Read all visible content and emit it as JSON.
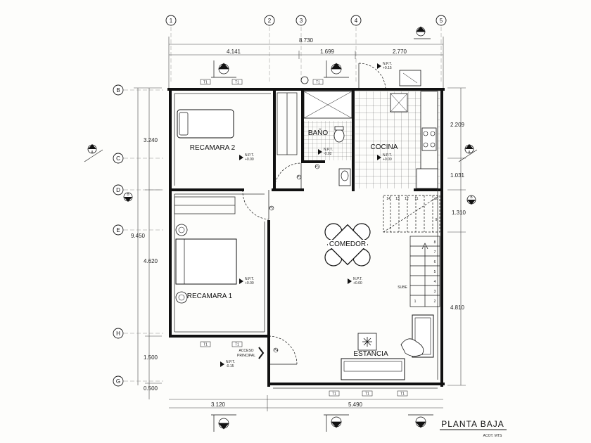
{
  "title": "PLANTA BAJA",
  "subtitle": "ACOT. MTS",
  "axes": {
    "columns": [
      "1",
      "2",
      "3",
      "4",
      "5"
    ],
    "rows": [
      "B",
      "C",
      "D",
      "E",
      "H",
      "G"
    ],
    "section_labels": [
      "A",
      "B"
    ]
  },
  "dimensions": {
    "top_total": "8.730",
    "top_segments": [
      "4.141",
      "1.699",
      "2.770"
    ],
    "bottom_segments": [
      "3.120",
      "5.490"
    ],
    "left_total": "9.450",
    "left_segments": [
      "3.240",
      "4.620",
      "1.500",
      "0.500"
    ],
    "right_segments": [
      "2.209",
      "1.031",
      "1.310",
      "4.810"
    ]
  },
  "rooms": {
    "recamara2": "RECAMARA 2",
    "recamara1": "RECAMARA 1",
    "bano": "BAÑO",
    "cocina": "COCINA",
    "comedor": "COMEDOR",
    "estancia": "ESTANCIA",
    "acceso_line1": "ACCESO",
    "acceso_line2": "PRINCIPAL"
  },
  "levels": {
    "npt_label": "N.P.T.",
    "main": "+0.00",
    "bath": "-0.02",
    "entry": "-0.15",
    "top": "+0.15"
  },
  "window_tag": "T1",
  "stair_numbers": [
    "14",
    "13",
    "12",
    "11",
    "10",
    "9",
    "8",
    "7",
    "6",
    "5",
    "4",
    "3",
    "2",
    "1"
  ],
  "stair_note": "SUBE",
  "door_tags": [
    "P1",
    "P2",
    "P3",
    "P4"
  ]
}
